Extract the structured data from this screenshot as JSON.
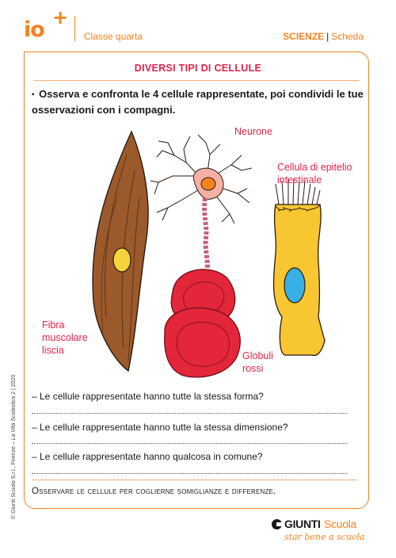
{
  "header": {
    "logo_text": "io",
    "logo_plus": "+",
    "class_label": "Classe quarta",
    "subject": "SCIENZE",
    "separator": "|",
    "sheet_type": "Scheda"
  },
  "worksheet": {
    "title": "DIVERSI TIPI DI CELLULE",
    "bullet": "▪",
    "instruction": "Osserva e confronta le 4 cellule rappresentate, poi condividi le tue osservazioni con i compagni."
  },
  "cells": {
    "neuron": "Neurone",
    "epithelial_line1": "Cellula di epitelio",
    "epithelial_line2": "intestinale",
    "muscle_line1": "Fibra",
    "muscle_line2": "muscolare",
    "muscle_line3": "liscia",
    "blood_line1": "Globuli",
    "blood_line2": "rossi"
  },
  "questions": [
    "– Le cellule rappresentate hanno tutte la stessa forma?",
    "– Le cellule rappresentate hanno tutte la stessa dimensione?",
    "– Le cellule rappresentate hanno qualcosa in comune?"
  ],
  "goal": "Osservare le cellule per coglierne somiglianze e differenze.",
  "footer": {
    "credit_prefix": "© Giunti Scuola S.r.l., Firenze – ",
    "credit_title": "La Vita Scolastica",
    "credit_suffix": " 2 | 2020",
    "brand_part1": "GIUNTI",
    "brand_part2": "Scuola",
    "slogan": "star bene a scuola"
  },
  "colors": {
    "accent_orange": "#f58220",
    "title_red": "#e5224a",
    "muscle_brown": "#9b5a2b",
    "nucleus_yellow": "#f6d33c",
    "neuron_pink": "#f5b0a6",
    "epithelium_yellow": "#f7c630",
    "epithelium_nucleus_blue": "#38b0e6",
    "blood_red": "#e3263a"
  }
}
